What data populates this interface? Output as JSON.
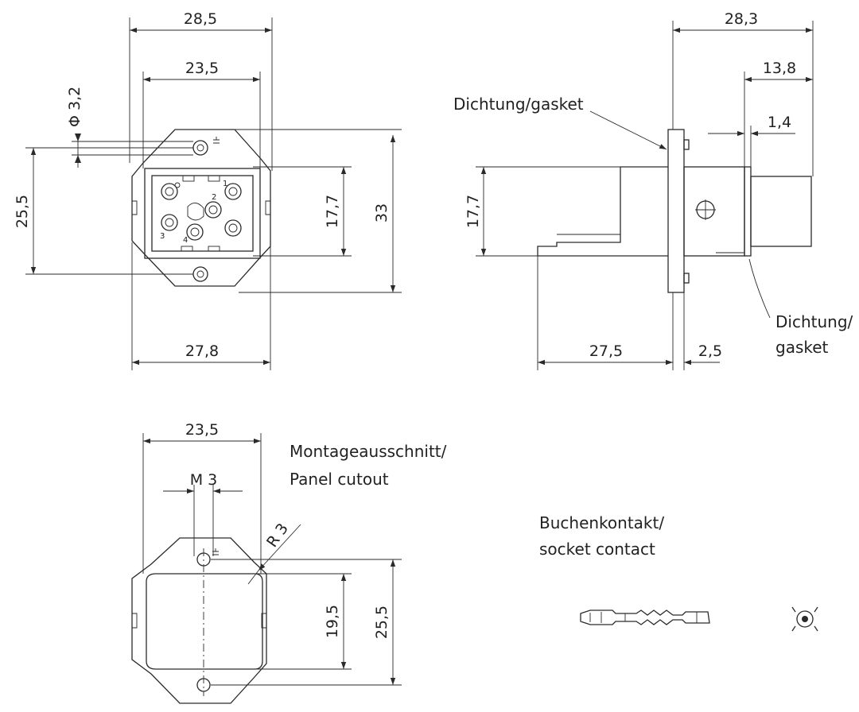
{
  "front_view": {
    "dim_top_outer": "28,5",
    "dim_top_inner": "23,5",
    "dim_hole": "Φ 3,2",
    "dim_left": "25,5",
    "dim_right_inner": "17,7",
    "dim_right_outer": "33",
    "dim_bottom": "27,8",
    "pin_labels": [
      "1",
      "2",
      "3",
      "4"
    ]
  },
  "side_view": {
    "dim_top": "28,3",
    "dim_13_8": "13,8",
    "dim_1_4": "1,4",
    "dim_left": "17,7",
    "dim_bottom_1": "27,5",
    "dim_bottom_2": "2,5",
    "label_gasket_top": "Dichtung/gasket",
    "label_gasket_bottom_1": "Dichtung/",
    "label_gasket_bottom_2": "gasket"
  },
  "cutout_view": {
    "dim_top": "23,5",
    "dim_m3": "M 3",
    "dim_radius": "R 3",
    "dim_inner": "19,5",
    "dim_outer": "25,5",
    "title_1": "Montageausschnitt/",
    "title_2": "Panel cutout"
  },
  "contact_view": {
    "title_1": "Buchenkontakt/",
    "title_2": "socket contact"
  }
}
